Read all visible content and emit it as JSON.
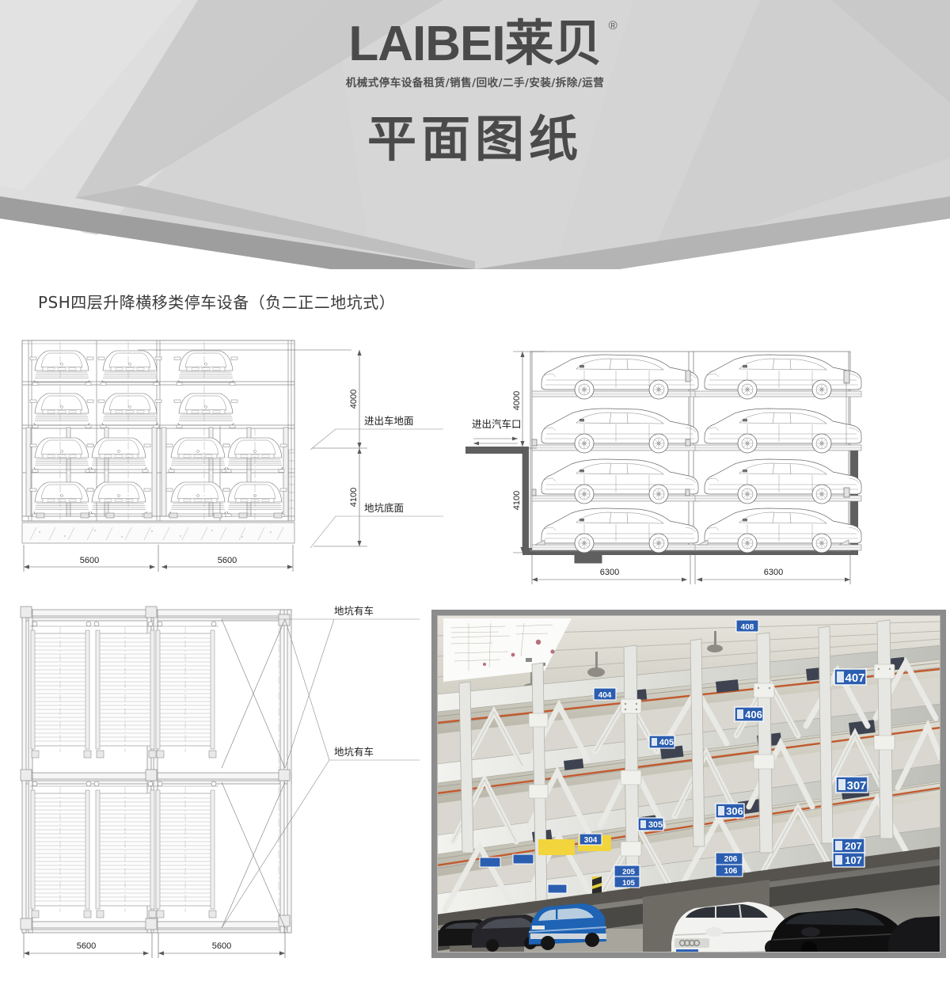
{
  "banner": {
    "logo_text": "LAIBEI",
    "logo_text_cn": "莱贝",
    "registered_mark": "®",
    "tagline": "机械式停车设备租赁/销售/回收/二手/安装/拆除/运营",
    "title": "平面图纸",
    "colors": {
      "slab_top": "#d9d9d9",
      "slab_facet": "#c6c6c6",
      "slab_edge": "#9a9a9a",
      "text": "#4a4a4a"
    }
  },
  "product": {
    "title": "PSH四层升降横移类停车设备（负二正二地坑式）"
  },
  "drawings": {
    "front_elevation": {
      "name": "front-elevation",
      "dim_height_upper": "4000",
      "dim_height_lower": "4100",
      "dim_width_left": "5600",
      "dim_width_right": "5600",
      "label_ground": "进出车地面",
      "label_pit_bottom": "地坑底面",
      "levels": 4,
      "bays": 2
    },
    "side_elevation": {
      "name": "side-elevation",
      "dim_height_upper": "4000",
      "dim_height_lower": "4100",
      "dim_depth_left": "6300",
      "dim_depth_right": "6300",
      "label_entrance": "进出汽车口",
      "levels": 4,
      "columns": 2
    },
    "plan_view": {
      "name": "plan-view",
      "dim_width_left": "5600",
      "dim_width_right": "5600",
      "label_pit_car_1": "地坑有车",
      "label_pit_car_2": "地坑有车"
    }
  },
  "photo": {
    "name": "installation-photo",
    "alt": "多层升降横移停车设备实景",
    "bay_signs": [
      "407",
      "406",
      "307",
      "306",
      "207",
      "107",
      "206",
      "106",
      "205",
      "105"
    ],
    "sign_color": "#2b5eb0"
  }
}
